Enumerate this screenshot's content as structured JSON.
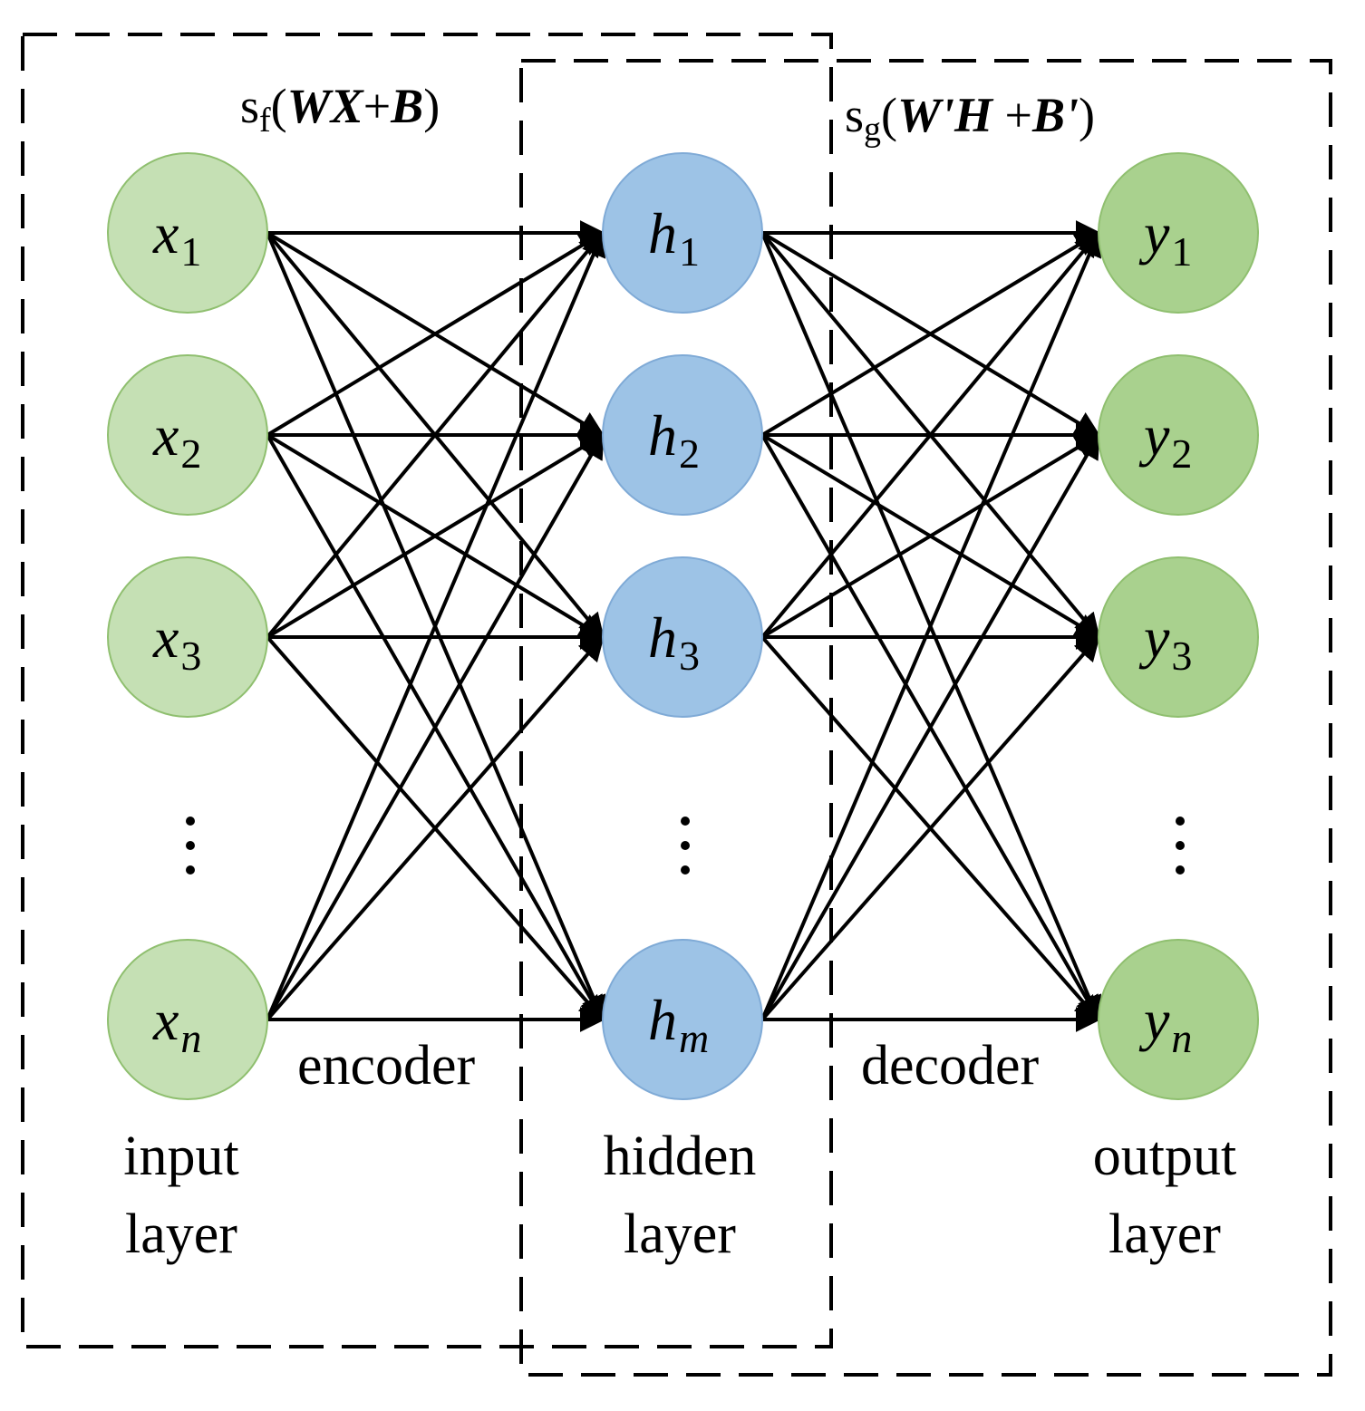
{
  "formulas": {
    "encoder": {
      "func": "s",
      "sub": "f",
      "open": "(",
      "expr": "WX",
      "plus": "+",
      "bias": "B",
      "close": ")"
    },
    "decoder": {
      "func": "s",
      "sub": "g",
      "open": "(",
      "expr": "W'H",
      "plus": " +",
      "bias": "B'",
      "close": ")"
    }
  },
  "input_nodes": [
    {
      "var": "x",
      "sub": "1"
    },
    {
      "var": "x",
      "sub": "2"
    },
    {
      "var": "x",
      "sub": "3"
    },
    {
      "var": "x",
      "sub": "n"
    }
  ],
  "hidden_nodes": [
    {
      "var": "h",
      "sub": "1"
    },
    {
      "var": "h",
      "sub": "2"
    },
    {
      "var": "h",
      "sub": "3"
    },
    {
      "var": "h",
      "sub": "m"
    }
  ],
  "output_nodes": [
    {
      "var": "y",
      "sub": "1"
    },
    {
      "var": "y",
      "sub": "2"
    },
    {
      "var": "y",
      "sub": "3"
    },
    {
      "var": "y",
      "sub": "n"
    }
  ],
  "labels": {
    "encoder": "encoder",
    "decoder": "decoder",
    "input_layer": [
      "input",
      "layer"
    ],
    "hidden_layer": [
      "hidden",
      "layer"
    ],
    "output_layer": [
      "output",
      "layer"
    ]
  },
  "colors": {
    "input_fill": "#C5E0B4",
    "hidden_fill": "#9DC3E6",
    "output_fill": "#A9D18E",
    "node_stroke": "#8FBF6F",
    "hidden_stroke": "#7FAAD6"
  }
}
